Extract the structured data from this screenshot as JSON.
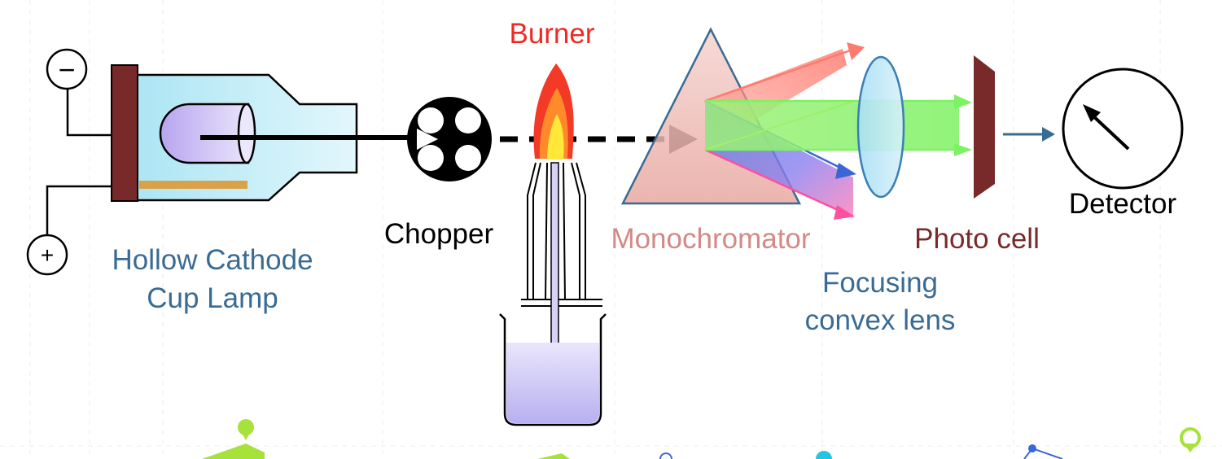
{
  "labels": {
    "lamp_line1": "Hollow Cathode",
    "lamp_line2": "Cup Lamp",
    "chopper": "Chopper",
    "burner": "Burner",
    "monochromator": "Monochromator",
    "lens_line1": "Focusing",
    "lens_line2": "convex lens",
    "photocell": "Photo cell",
    "detector": "Detector",
    "minus": "−",
    "plus": "+"
  },
  "colors": {
    "lamp_label": "#3a6b94",
    "burner_label": "#ee2a24",
    "monochromator_label": "#d38a86",
    "lens_label": "#3a6b94",
    "photocell_label": "#7a2a2a",
    "detector_label": "#000000"
  }
}
